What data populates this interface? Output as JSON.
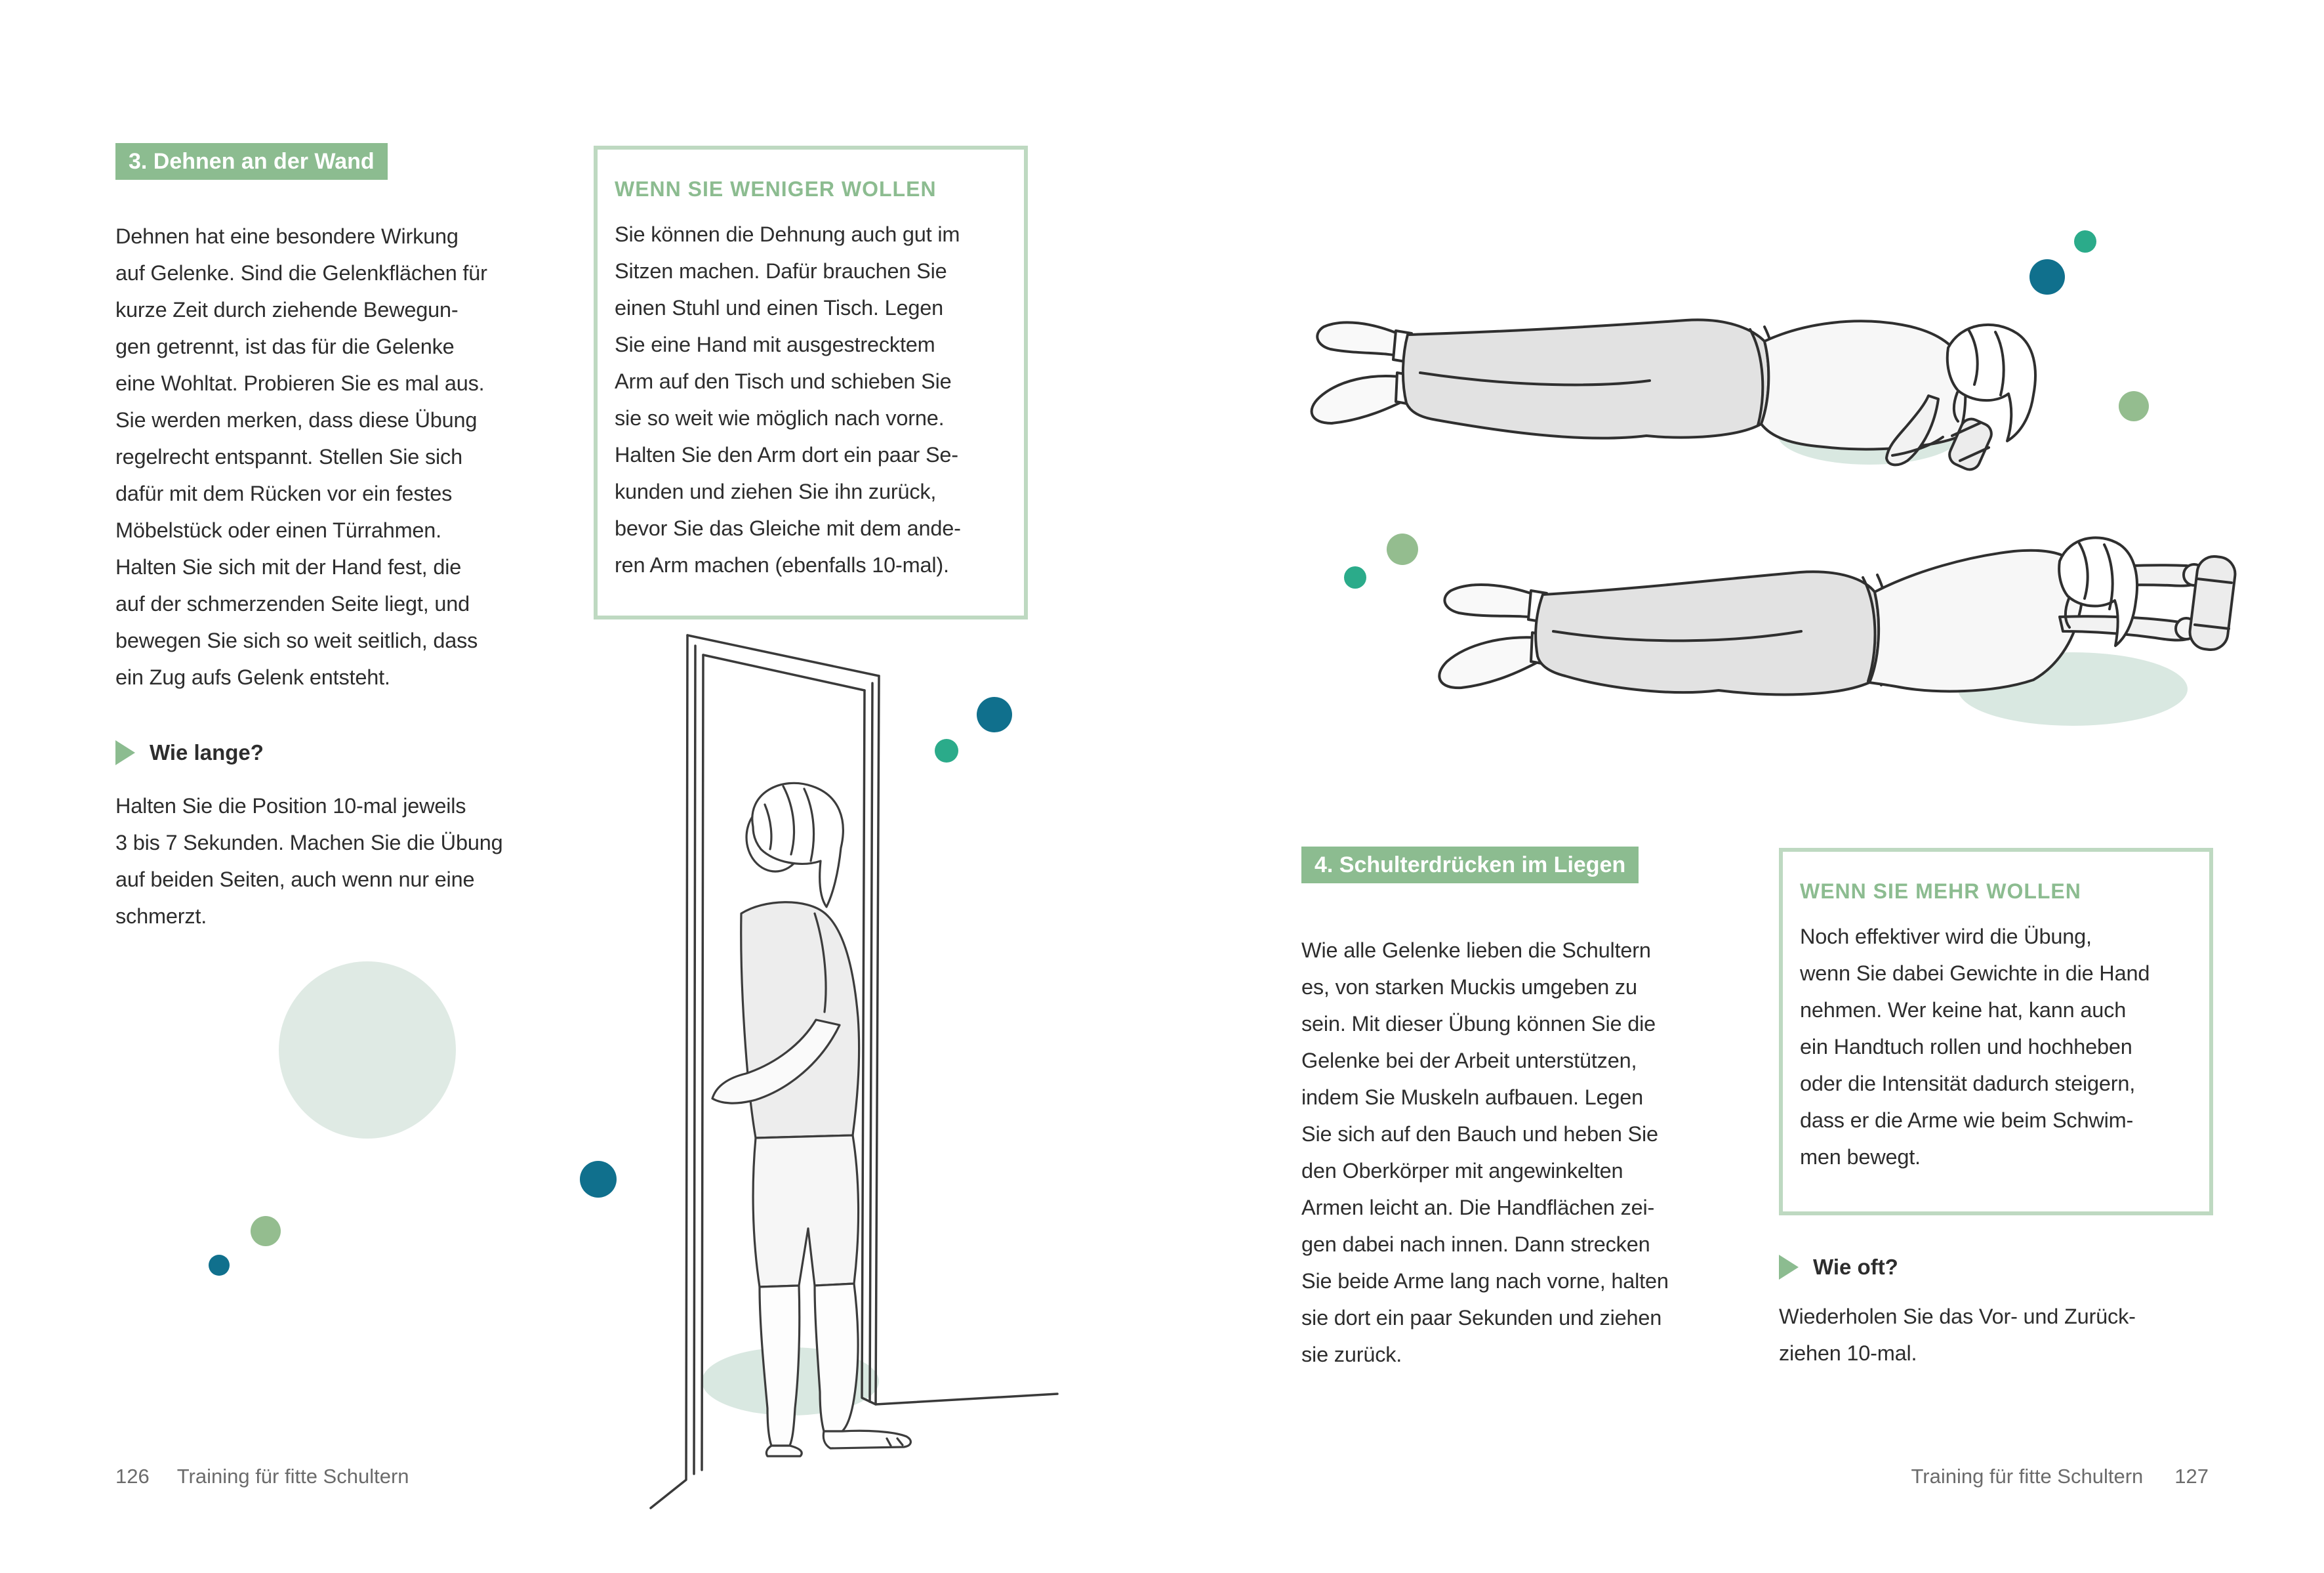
{
  "colors": {
    "sage": "#8cbc90",
    "sage-border": "#bed9c1",
    "mint": "#dfeae4",
    "mint-shadow": "#d9e8e1",
    "teal": "#10708d",
    "emerald": "#2bab8a",
    "sage-dot": "#94bd8f",
    "text": "#2d2d2d",
    "muted": "#6b6b6b"
  },
  "left_page": {
    "badge": "3. Dehnen an der Wand",
    "intro_lines": [
      "Dehnen hat eine besondere Wirkung",
      "auf Gelenke. Sind die Gelenkflächen für",
      "kurze Zeit durch ziehende Bewegun-",
      "gen getrennt, ist das für die Gelenke",
      "eine Wohltat. Probieren Sie es mal aus.",
      "Sie werden merken, dass diese Übung",
      "regelrecht entspannt. Stellen Sie sich",
      "dafür mit dem Rücken vor ein festes",
      "Möbelstück oder einen Türrahmen.",
      "Halten Sie sich mit der Hand fest, die",
      "auf der schmerzenden Seite liegt, und",
      "bewegen Sie sich so weit seitlich, dass",
      "ein Zug aufs Gelenk entsteht."
    ],
    "how_long": {
      "title": "Wie lange?",
      "lines": [
        "Halten Sie die Position 10-mal jeweils",
        "3 bis 7 Sekunden. Machen Sie die Übung",
        "auf beiden Seiten, auch wenn nur eine",
        "schmerzt."
      ]
    },
    "infobox": {
      "title": "WENN SIE WENIGER WOLLEN",
      "lines": [
        "Sie können die Dehnung auch gut im",
        "Sitzen machen. Dafür brauchen Sie",
        "einen Stuhl und einen Tisch. Legen",
        "Sie eine Hand mit ausgestrecktem",
        "Arm auf den Tisch und schieben Sie",
        "sie so weit wie möglich nach vorne.",
        "Halten Sie den Arm dort ein paar Se-",
        "kunden und ziehen Sie ihn zurück,",
        "bevor Sie das Gleiche mit dem ande-",
        "ren Arm machen (ebenfalls 10-mal)."
      ]
    },
    "footer": {
      "page_number": "126",
      "chapter": "Training für fitte Schultern"
    }
  },
  "right_page": {
    "badge": "4. Schulterdrücken im Liegen",
    "body_lines": [
      "Wie alle Gelenke lieben die Schultern",
      "es, von starken Muckis umgeben zu",
      "sein. Mit dieser Übung können Sie die",
      "Gelenke bei der Arbeit unterstützen,",
      "indem Sie Muskeln aufbauen. Legen",
      "Sie sich auf den Bauch und heben Sie",
      "den Oberkörper mit angewinkelten",
      "Armen leicht an. Die Handflächen zei-",
      "gen dabei nach innen. Dann strecken",
      "Sie beide Arme lang nach vorne, halten",
      "sie dort ein paar Sekunden und ziehen",
      "sie zurück."
    ],
    "infobox": {
      "title": "WENN SIE MEHR WOLLEN",
      "lines": [
        "Noch effektiver wird die Übung,",
        "wenn Sie dabei Gewichte in die Hand",
        "nehmen. Wer keine hat, kann auch",
        "ein Handtuch rollen und hochheben",
        "oder die Intensität dadurch steigern,",
        "dass er die Arme wie beim Schwim-",
        "men bewegt."
      ]
    },
    "how_often": {
      "title": "Wie oft?",
      "lines": [
        "Wiederholen Sie das Vor- und Zurück-",
        "ziehen 10-mal."
      ]
    },
    "footer": {
      "chapter": "Training für fitte Schultern",
      "page_number": "127"
    }
  }
}
